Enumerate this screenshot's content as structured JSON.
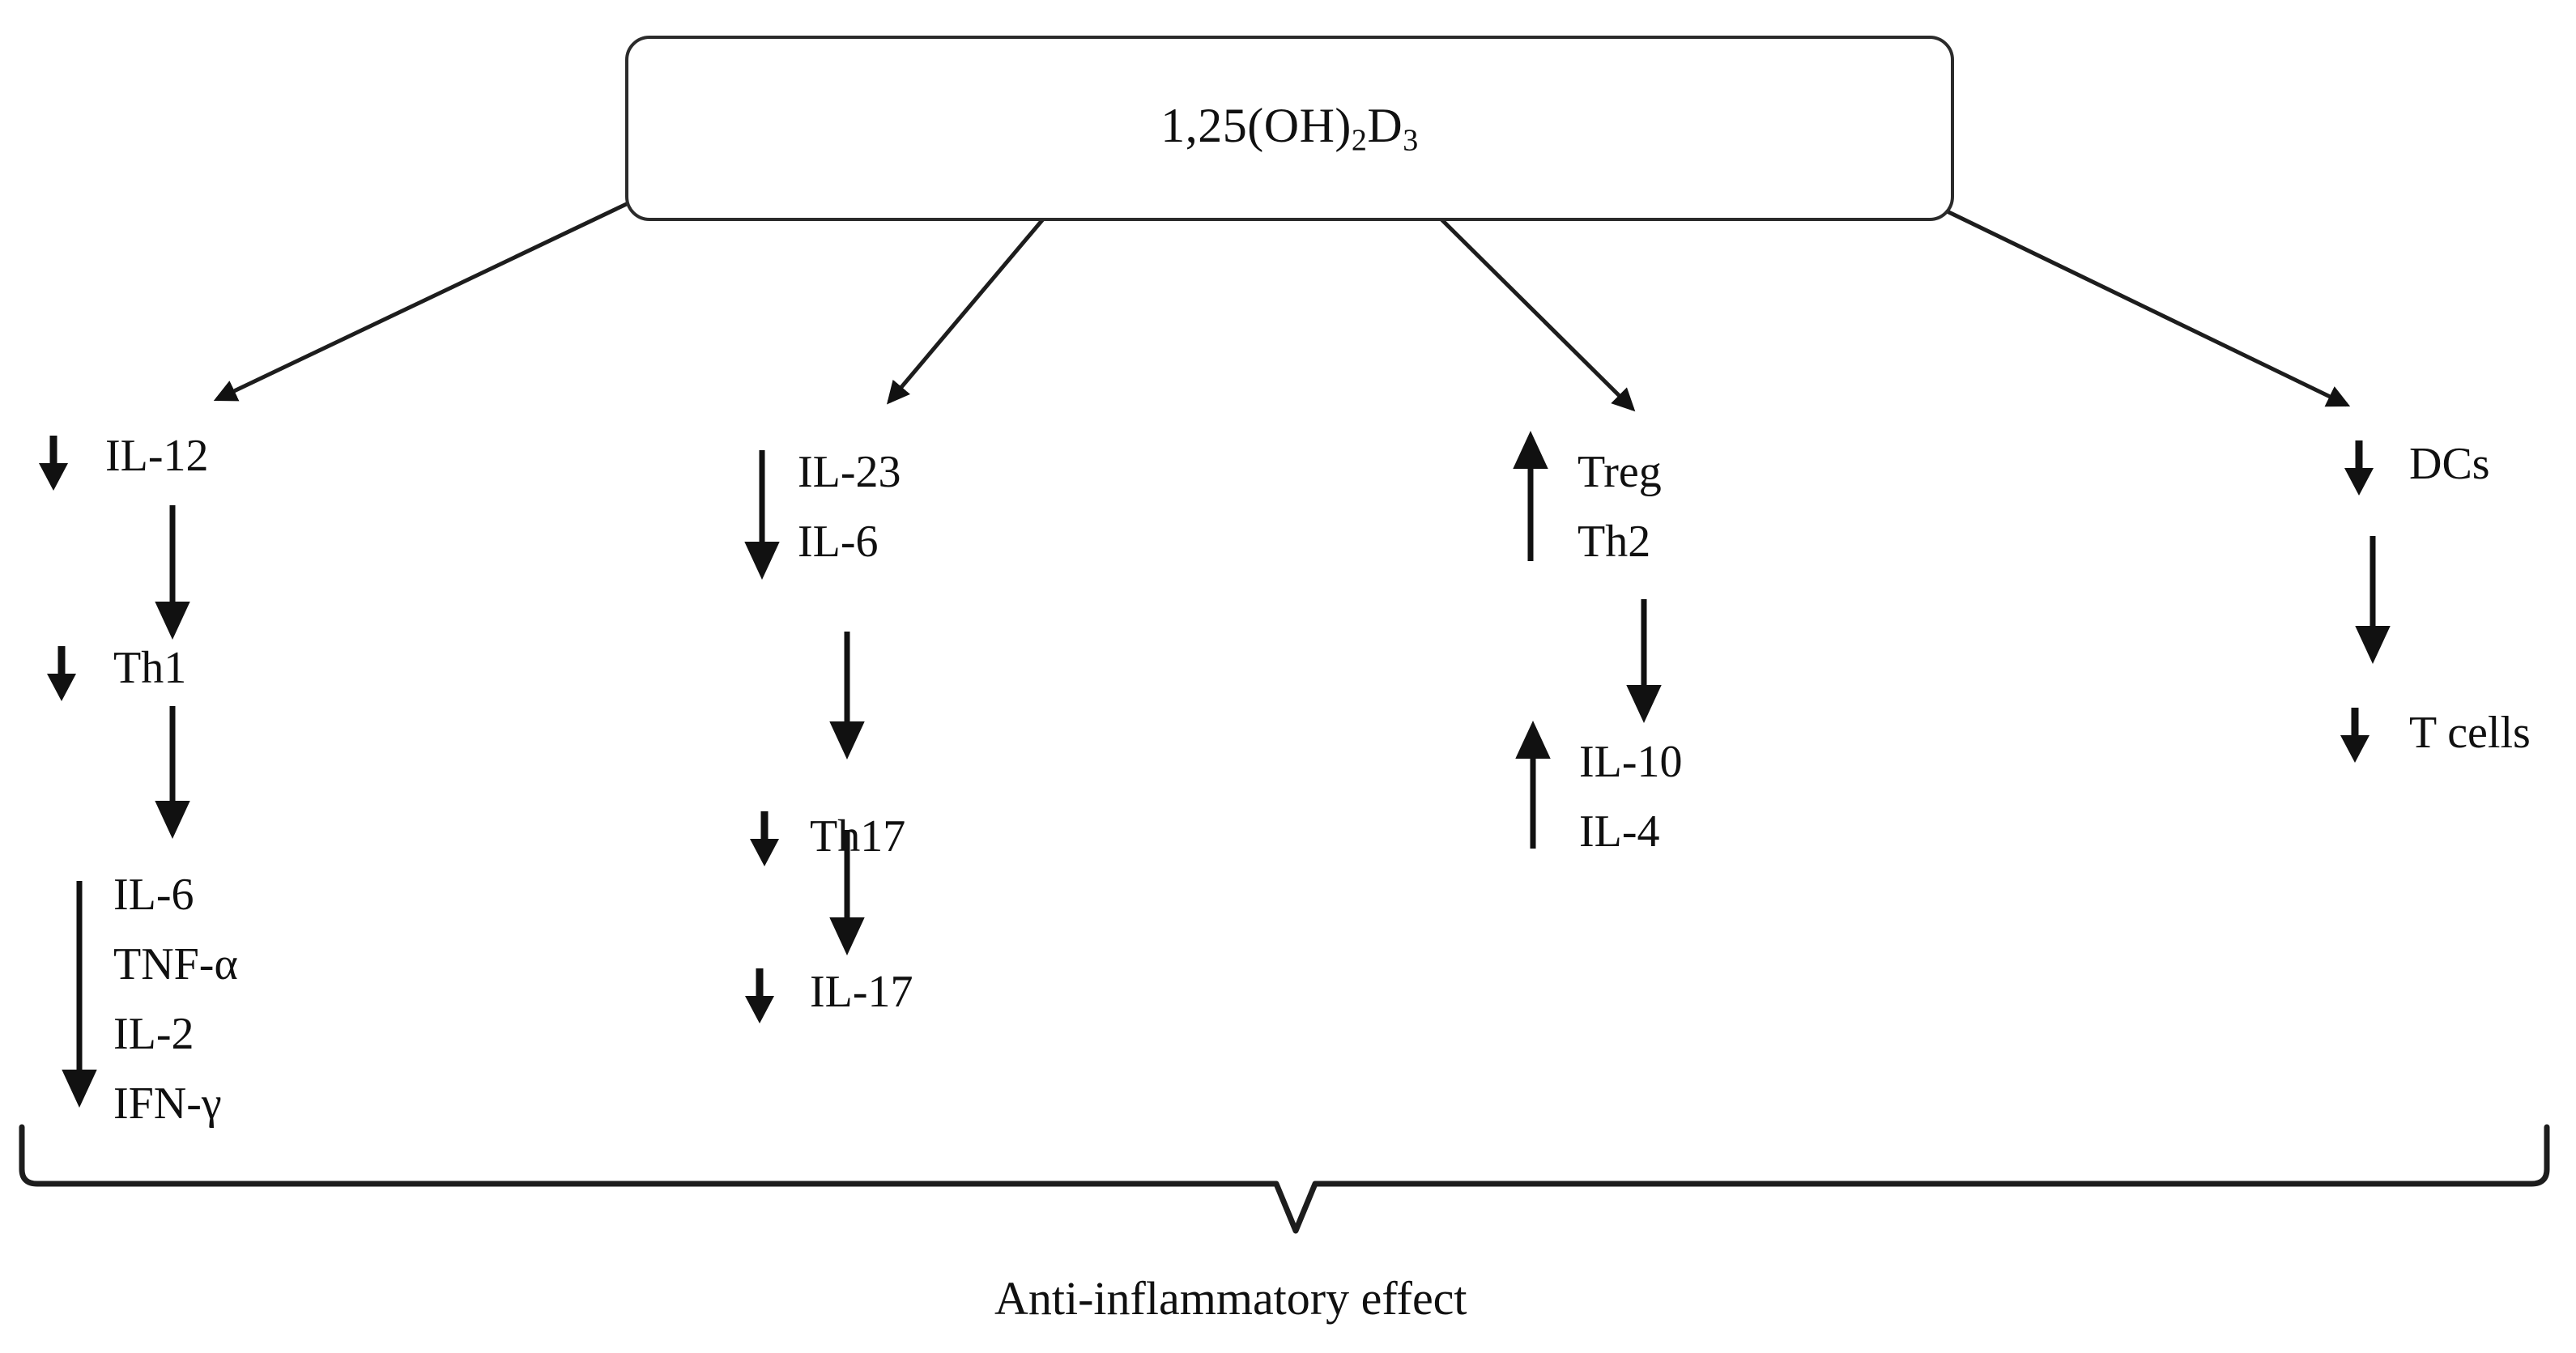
{
  "diagram": {
    "title_node": {
      "name": "1,25(OH)2D3",
      "main": "1,25(OH)",
      "sub1": "2",
      "mid": "D",
      "sub2": "3"
    },
    "caption": "Anti-inflammatory effect",
    "branches": [
      {
        "id": "branch-il12",
        "steps": [
          {
            "label": "IL-12",
            "modulation": "down"
          },
          {
            "label": "Th1",
            "modulation": "down"
          },
          {
            "label": "IL-6\nTNF-α\nIL-2\nIFN-γ",
            "modulation": "down",
            "lines": [
              "IL-6",
              "TNF-α",
              "IL-2",
              "IFN-γ"
            ]
          }
        ]
      },
      {
        "id": "branch-il23",
        "steps": [
          {
            "label": "IL-23\nIL-6",
            "modulation": "down",
            "lines": [
              "IL-23",
              "IL-6"
            ]
          },
          {
            "label": "Th17",
            "modulation": "down",
            "lines": [
              "Th17"
            ]
          },
          {
            "label": "IL-17",
            "modulation": "down",
            "lines": [
              "IL-17"
            ]
          }
        ]
      },
      {
        "id": "branch-treg",
        "steps": [
          {
            "label": "Treg\nTh2",
            "modulation": "up",
            "lines": [
              "Treg",
              "Th2"
            ]
          },
          {
            "label": "IL-10\nIL-4",
            "modulation": "up",
            "lines": [
              "IL-10",
              "IL-4"
            ]
          }
        ]
      },
      {
        "id": "branch-dcs",
        "steps": [
          {
            "label": "DCs",
            "modulation": "down",
            "lines": [
              "DCs"
            ]
          },
          {
            "label": "T cells",
            "modulation": "down",
            "lines": [
              "T cells"
            ]
          }
        ]
      }
    ],
    "colors": {
      "stroke": "#2b2b2b",
      "text": "#101010",
      "background": "#ffffff"
    },
    "labels": {
      "il12": "IL-12",
      "th1": "Th1",
      "il6": "IL-6",
      "tnfa": "TNF-α",
      "il2": "IL-2",
      "ifng": "IFN-γ",
      "il23": "IL-23",
      "il6b": "IL-6",
      "th17": "Th17",
      "il17": "IL-17",
      "treg": "Treg",
      "th2": "Th2",
      "il10": "IL-10",
      "il4": "IL-4",
      "dcs": "DCs",
      "tcells": "T cells"
    }
  }
}
